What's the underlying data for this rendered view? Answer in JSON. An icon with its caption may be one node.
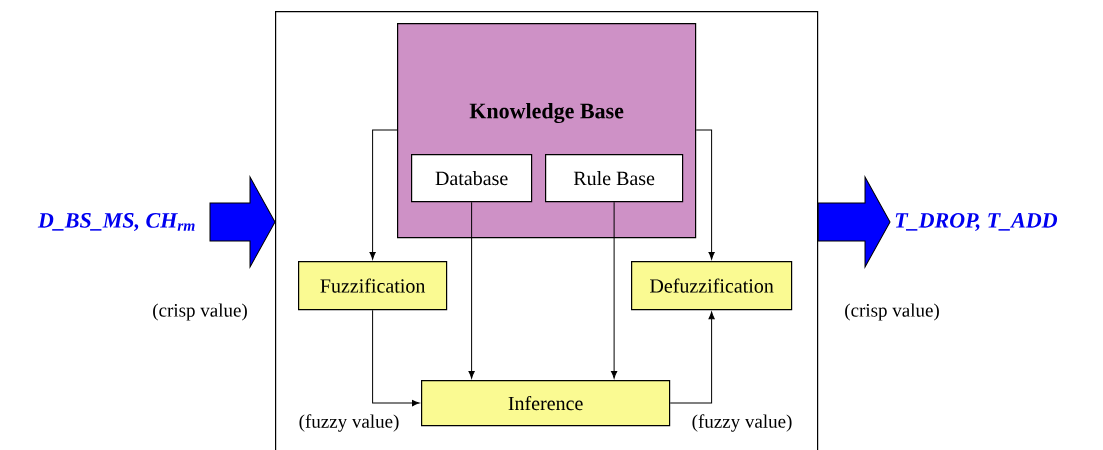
{
  "diagram": {
    "nodes": [
      {
        "text": [
          "D_BS_MS, CH$_{rm}$"
        ],
        "beside": [
          "(crisp value)"
        ]
      },
      {
        "text": [],
        "shape": "box"
      },
      {
        "text": [
          "Knowledge Base"
        ],
        "in": 1
      },
      {
        "text": [
          "Database"
        ],
        "in": 2
      },
      {
        "text": [
          "Rule Base"
        ],
        "in": 2
      },
      {
        "text": [
          "Fuzzification"
        ],
        "in": 1
      },
      {
        "text": [
          "Defuzzification"
        ],
        "in": 1
      },
      {
        "text": [
          "Inference"
        ],
        "in": 1
      },
      {
        "text": [
          "T_DROP, T_ADD"
        ],
        "beside": [
          "(crisp value)"
        ]
      }
    ],
    "edges": [
      {
        "from": 0,
        "to": 1,
        "arrow": "to",
        "style": "thick",
        "color": "#0000ff"
      },
      {
        "from": 1,
        "to": 8,
        "arrow": "to",
        "style": "thick",
        "color": "#0000ff"
      },
      {
        "from": 2,
        "to": 5,
        "arrow": "to"
      },
      {
        "from": 2,
        "to": 6,
        "arrow": "to"
      },
      {
        "from": 3,
        "to": 7,
        "arrow": "to"
      },
      {
        "from": 4,
        "to": 7,
        "arrow": "to"
      },
      {
        "from": 5,
        "to": 7,
        "arrow": "to"
      },
      {
        "from": 7,
        "to": 6,
        "arrow": "to"
      }
    ],
    "labels": [
      "(fuzzy value)",
      "(fuzzy value)"
    ]
  }
}
